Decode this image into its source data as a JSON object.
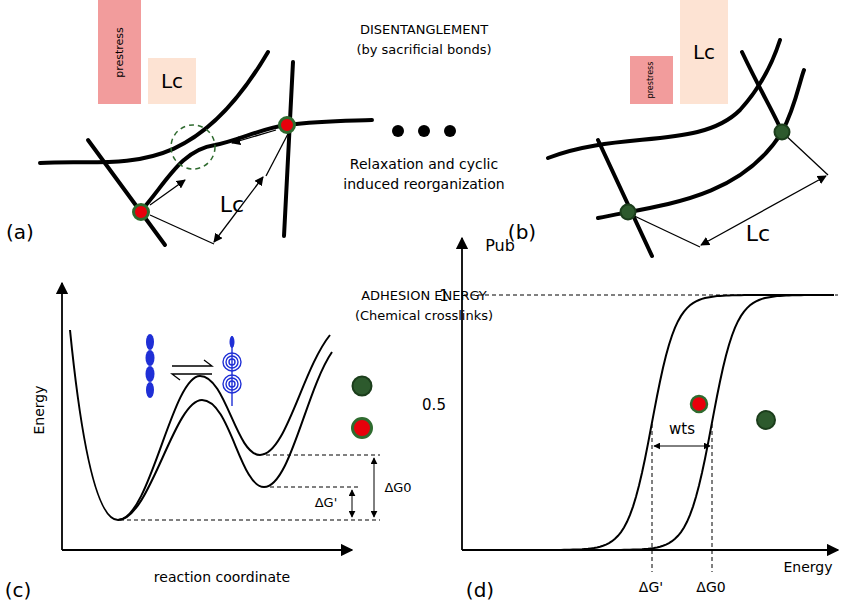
{
  "diagram": {
    "nodes": [
      {
        "text": [
          "prestress"
        ]
      },
      {
        "text": [
          "Lc"
        ]
      },
      {
        "text": [
          "prestress"
        ]
      },
      {
        "text": [
          "Lc"
        ]
      }
    ],
    "labels": [
      "DISENTANGLEMENT",
      "(by sacrificial bonds)",
      "(a)",
      "Lc",
      "Relaxation and cyclic",
      "induced reorganization",
      "(b)",
      "Lc",
      "ADHESION ENERGY",
      "(Chemical crosslinks)",
      "Energy",
      "reaction coordinate",
      "ΔG0",
      "ΔG'",
      "(c)",
      "Pub",
      "1",
      "0.5",
      "wts",
      "ΔG'",
      "ΔG0",
      "(d)",
      "Energy"
    ]
  }
}
